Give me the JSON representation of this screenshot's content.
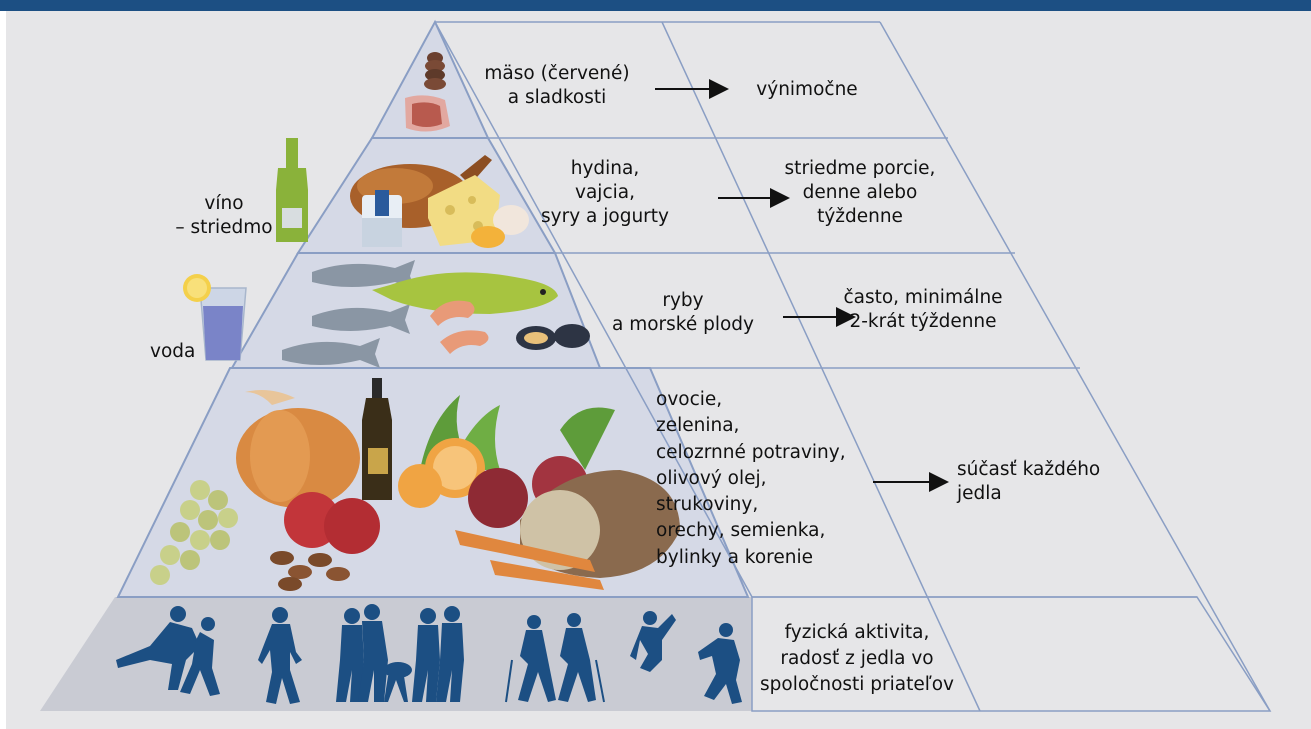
{
  "colors": {
    "header_bar": "#1c4f83",
    "background": "#e6e6e8",
    "pyramid_fill": "#d5d9e6",
    "pyramid_line": "#8a9ec4",
    "silhouette": "#1c4f83"
  },
  "levels": [
    {
      "food": "mäso (červené)\na sladkosti",
      "frequency": "výnimočne"
    },
    {
      "food": "hydina,\nvajcia,\nsyry a jogurty",
      "frequency": "striedme porcie,\ndenne alebo\ntýždenne"
    },
    {
      "food": "ryby\na morské plody",
      "frequency": "často, minimálne\n2-krát týždenne"
    },
    {
      "food": "ovocie,\nzelenina,\ncelozrnné potraviny,\nolivový olej,\nstrukoviny,\norechy, semienka,\nbylinky a korenie",
      "frequency": "súčasť každého\njedla"
    },
    {
      "activity": "fyzická aktivita,\nradosť z jedla vo\nspoločnosti priateľov"
    }
  ],
  "side_labels": {
    "wine": "víno\n– striedmo",
    "water": "voda"
  },
  "icons": [
    "meat-icon",
    "chicken-icon",
    "cheese-icon",
    "yogurt-icon",
    "egg-icon",
    "fish-icon",
    "shrimp-icon",
    "mussel-icon",
    "pumpkin-icon",
    "olive-oil-icon",
    "grapes-icon",
    "tomato-icon",
    "orange-icon",
    "apple-icon",
    "bread-icon",
    "carrot-icon",
    "herbs-icon",
    "nuts-icon",
    "wine-bottle-icon",
    "water-glass-icon",
    "dancing-couple-icon",
    "walking-person-icon",
    "barbecue-group-icon",
    "friends-group-icon",
    "hikers-icon",
    "jumping-person-icon",
    "dancing-person-icon"
  ]
}
